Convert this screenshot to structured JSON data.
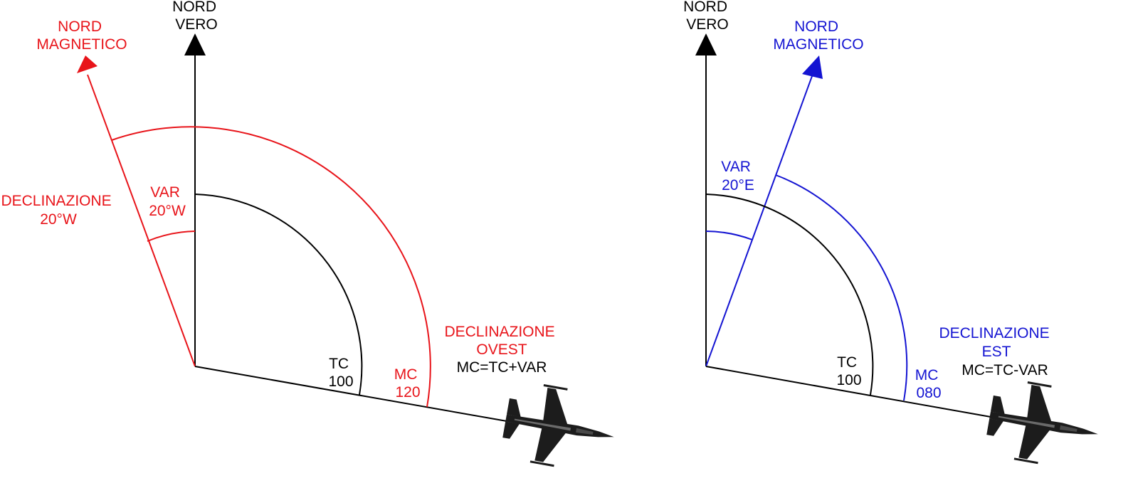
{
  "colors": {
    "true_north": "#000000",
    "west_accent": "#e8141a",
    "east_accent": "#1414d2",
    "aircraft": "#1c1c1c"
  },
  "west_panel": {
    "true_north_label": [
      "NORD",
      "VERO"
    ],
    "magnetic_north_label": [
      "NORD",
      "MAGNETICO"
    ],
    "declination_label": [
      "DECLINAZIONE",
      "20°W"
    ],
    "var_label": [
      "VAR",
      "20°W"
    ],
    "tc_label": [
      "TC",
      "100"
    ],
    "mc_label": [
      "MC",
      "120"
    ],
    "type_label": [
      "DECLINAZIONE",
      "OVEST"
    ],
    "formula": "MC=TC+VAR",
    "aircraft_icon": "fighter-jet-icon"
  },
  "east_panel": {
    "true_north_label": [
      "NORD",
      "VERO"
    ],
    "magnetic_north_label": [
      "NORD",
      "MAGNETICO"
    ],
    "var_label": [
      "VAR",
      "20°E"
    ],
    "tc_label": [
      "TC",
      "100"
    ],
    "mc_label": [
      "MC",
      "080"
    ],
    "type_label": [
      "DECLINAZIONE",
      "EST"
    ],
    "formula": "MC=TC-VAR",
    "aircraft_icon": "fighter-jet-icon"
  }
}
